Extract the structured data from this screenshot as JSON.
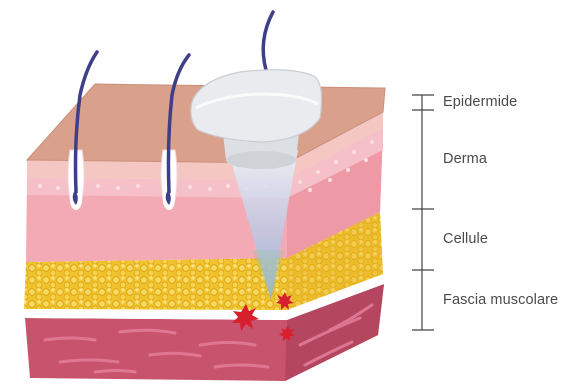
{
  "labels": {
    "epidermis": "Epidermide",
    "dermis": "Derma",
    "fat": "Cellule",
    "muscle": "Fascia muscolare"
  },
  "colors": {
    "epidermis_top": "#d9a18c",
    "epidermis_front": "#f4c7c2",
    "dermis": "#f3aab4",
    "dermis_dots": "#f8c9d0",
    "fat": "#f0c22e",
    "fascia": "#ffffff",
    "muscle": "#c8536c",
    "muscle_streaks": "#e27c98",
    "hair": "#3e3f86",
    "device": "#e9ebee",
    "beam": "#a9c3e6",
    "focal_point": "#d81f2e",
    "scale_line": "#444444"
  }
}
